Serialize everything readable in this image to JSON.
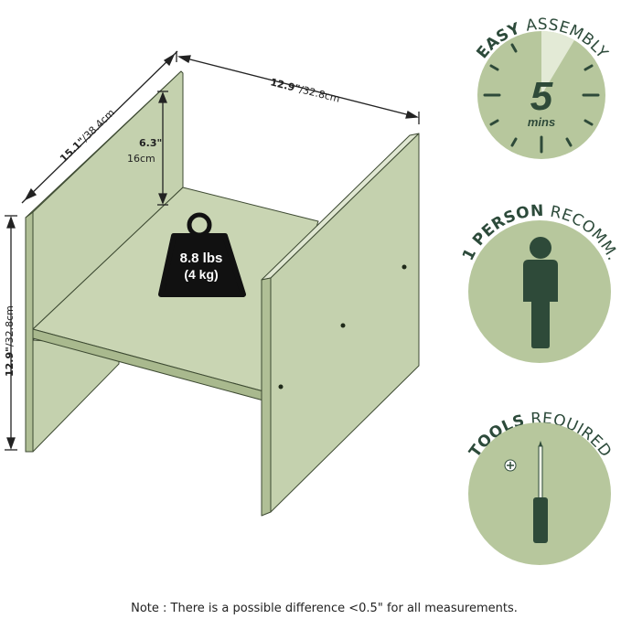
{
  "dimensions": {
    "depth": {
      "in": "15.1\"",
      "cm": "/38.4cm"
    },
    "width": {
      "in": "12.9\"",
      "cm": "/32.8cm"
    },
    "height": {
      "in": "12.9\"",
      "cm": "/32.8cm"
    },
    "clearance": {
      "in": "6.3\"",
      "cm": "16cm"
    }
  },
  "weight": {
    "lbs": "8.8 lbs",
    "kg": "(4 kg)"
  },
  "badges": {
    "assembly": {
      "bold": "EASY",
      "rest": "ASSEMBLY",
      "value": "5",
      "unit": "mins"
    },
    "person": {
      "bold": "1 PERSON",
      "rest": "RECOMM."
    },
    "tools": {
      "bold": "TOOLS",
      "rest": "REQUIRED"
    }
  },
  "note": "Note : There is a possible difference <0.5\" for all measurements.",
  "colors": {
    "panel": "#c4d1ae",
    "panel_edge": "#3d4a32",
    "badge": "#b7c79d",
    "badge_dark": "#2e4a39"
  }
}
